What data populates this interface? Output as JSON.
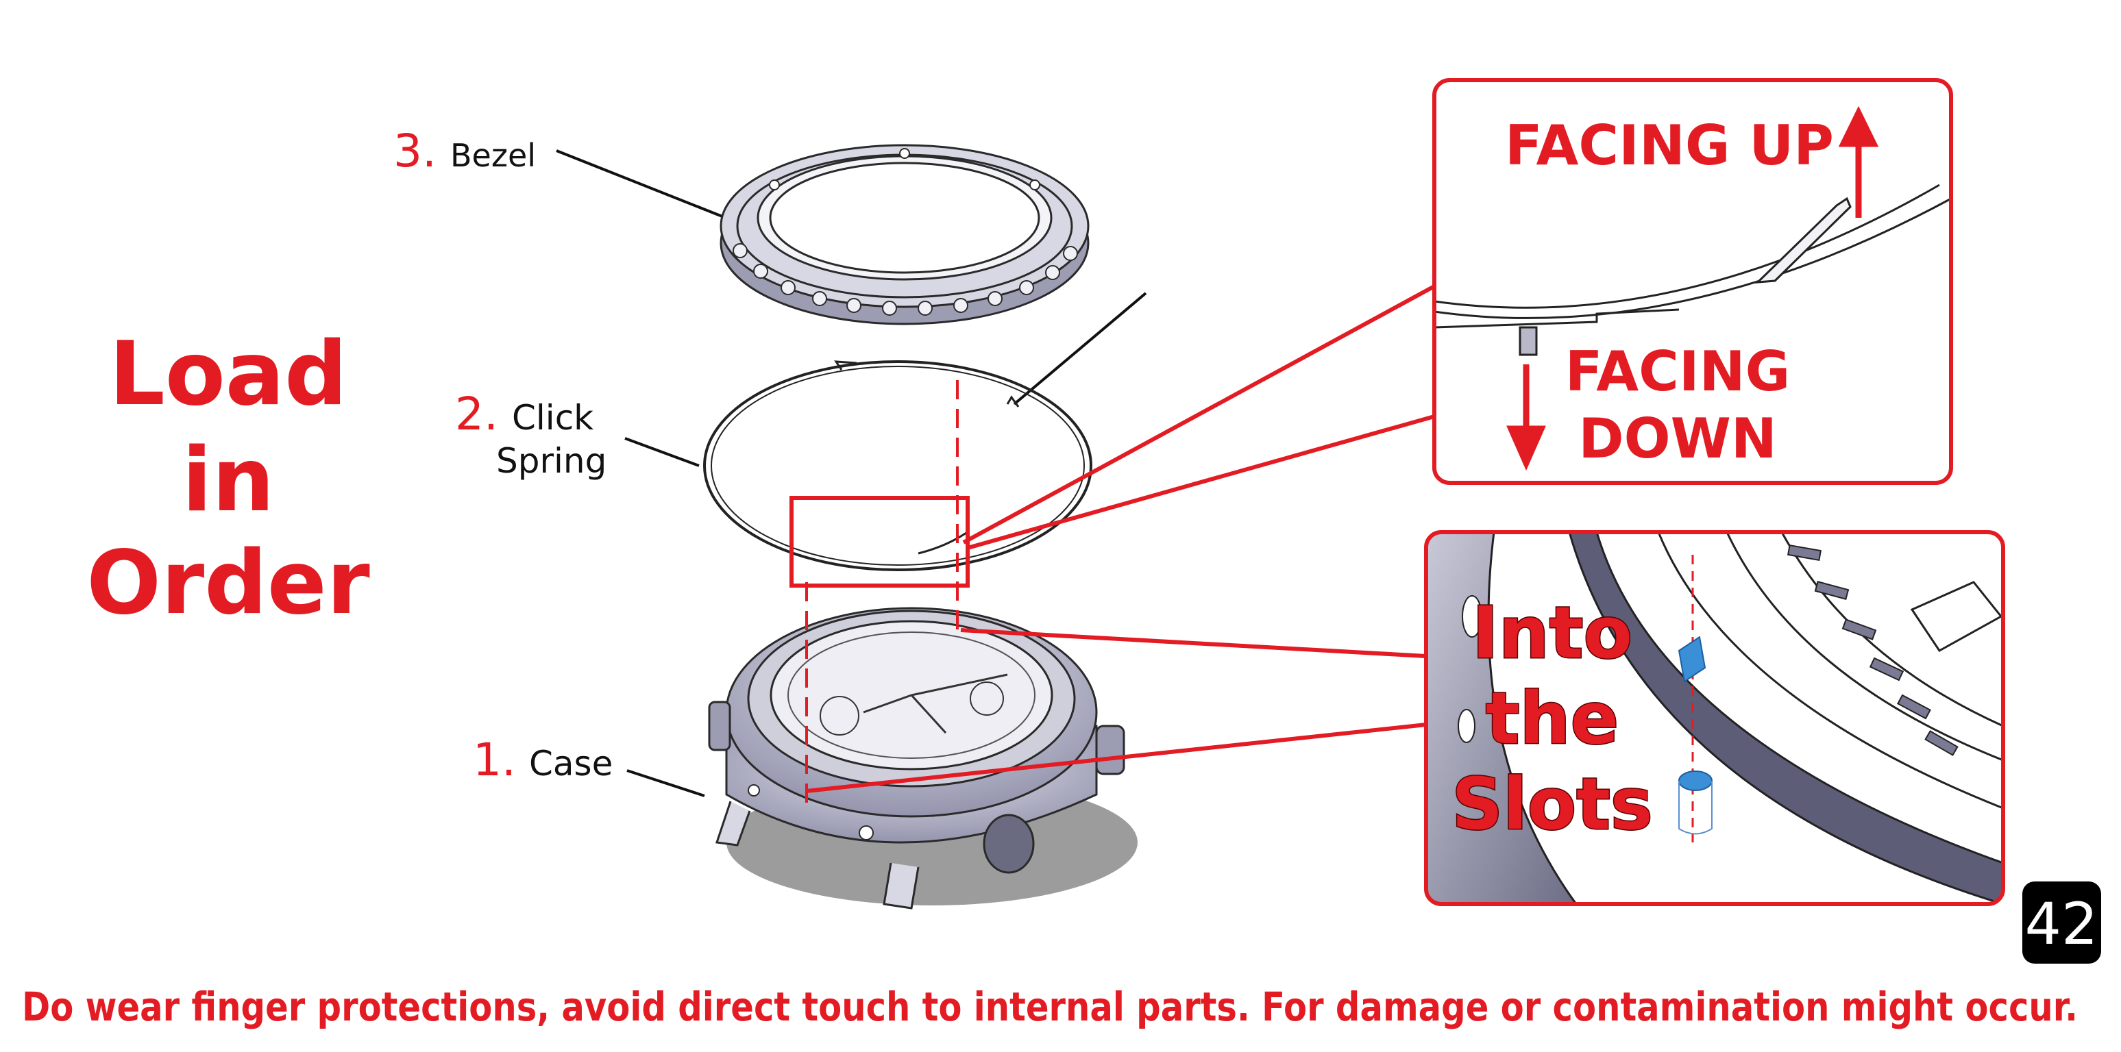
{
  "heading": {
    "line1": "Load",
    "line2": "in",
    "line3": "Order"
  },
  "parts": [
    {
      "number": "3.",
      "label": "Bezel"
    },
    {
      "number": "2.",
      "label_line1": "Click",
      "label_line2": "Spring"
    },
    {
      "number": "1.",
      "label": "Case"
    }
  ],
  "callout_top": {
    "facing_up": "FACING UP",
    "facing_down_line1": "FACING",
    "facing_down_line2": "DOWN"
  },
  "callout_bottom": {
    "line1": "Into",
    "line2": "the",
    "line3": "Slots"
  },
  "page_number": "42",
  "warning": "Do wear finger protections, avoid direct touch to internal parts. For damage or contamination might occur.",
  "colors": {
    "accent": "#e31b23",
    "text": "#111111",
    "page_badge": "#000000",
    "slot_marker": "#3b8fd6"
  }
}
